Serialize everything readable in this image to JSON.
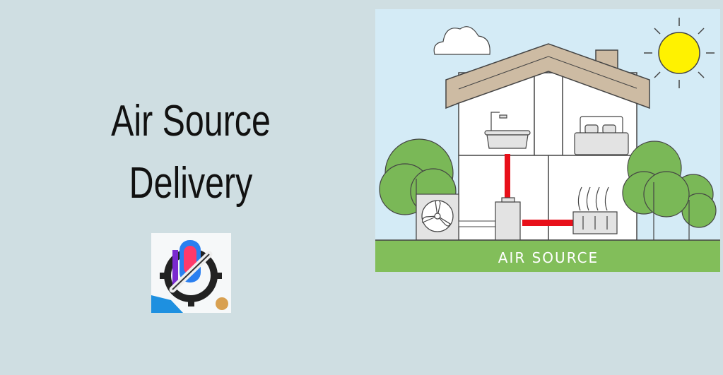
{
  "title": {
    "line1": "Air Source",
    "line2": "Delivery"
  },
  "illustration": {
    "label": "AIR SOURCE"
  },
  "colors": {
    "background": "#cfdee2",
    "sky": "#d4ebf6",
    "grass": "#82be5a",
    "roof": "#cdbba3",
    "sun": "#fff200",
    "pipe": "#e8101a"
  }
}
